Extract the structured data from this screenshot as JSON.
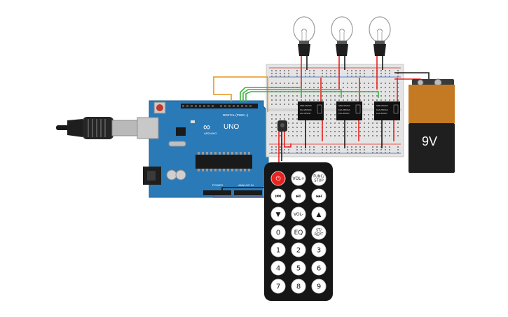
{
  "arduino": {
    "brand": "ARDUINO",
    "model": "UNO",
    "digital_header": "DIGITAL (PWM ~)",
    "power_header": "POWER",
    "analog_header": "ANALOG IN",
    "logo_symbol": "∞"
  },
  "battery": {
    "label": "9V",
    "colors": {
      "top": "#c47a22",
      "body": "#1f1f1f",
      "cap": "#3a3a3a"
    }
  },
  "relays": [
    {
      "line1": "SRD-05VDC",
      "line2": "10A 250VAC",
      "line3": "10A 30VDC"
    },
    {
      "line1": "SRD-05VDC",
      "line2": "10A 250VAC",
      "line3": "10A 30VDC"
    },
    {
      "line1": "SRD-05VDC",
      "line2": "10A 250VAC",
      "line3": "10A 30VDC"
    }
  ],
  "bulbs": [
    "bulb-1",
    "bulb-2",
    "bulb-3"
  ],
  "remote": {
    "buttons": [
      {
        "name": "power-button",
        "label": "⏻",
        "color": "#e8231f",
        "text_color": "#ffffff"
      },
      {
        "name": "vol-up-button",
        "label": "VOL+"
      },
      {
        "name": "func-stop-button",
        "label": "FUNC/\nSTOP"
      },
      {
        "name": "prev-button",
        "label": "⏮"
      },
      {
        "name": "play-pause-button",
        "label": "⏯"
      },
      {
        "name": "next-button",
        "label": "⏭"
      },
      {
        "name": "down-button",
        "label": "▼"
      },
      {
        "name": "vol-down-button",
        "label": "VOL-"
      },
      {
        "name": "up-button",
        "label": "▲"
      },
      {
        "name": "digit-0-button",
        "label": "0"
      },
      {
        "name": "eq-button",
        "label": "EQ"
      },
      {
        "name": "st-rept-button",
        "label": "ST/\nREPT"
      },
      {
        "name": "digit-1-button",
        "label": "1"
      },
      {
        "name": "digit-2-button",
        "label": "2"
      },
      {
        "name": "digit-3-button",
        "label": "3"
      },
      {
        "name": "digit-4-button",
        "label": "4"
      },
      {
        "name": "digit-5-button",
        "label": "5"
      },
      {
        "name": "digit-6-button",
        "label": "6"
      },
      {
        "name": "digit-7-button",
        "label": "7"
      },
      {
        "name": "digit-8-button",
        "label": "8"
      },
      {
        "name": "digit-9-button",
        "label": "9"
      }
    ]
  },
  "wire_colors": {
    "red": "#e8231f",
    "black": "#1a1a1a",
    "green": "#3cb43c",
    "orange": "#e8951f"
  }
}
